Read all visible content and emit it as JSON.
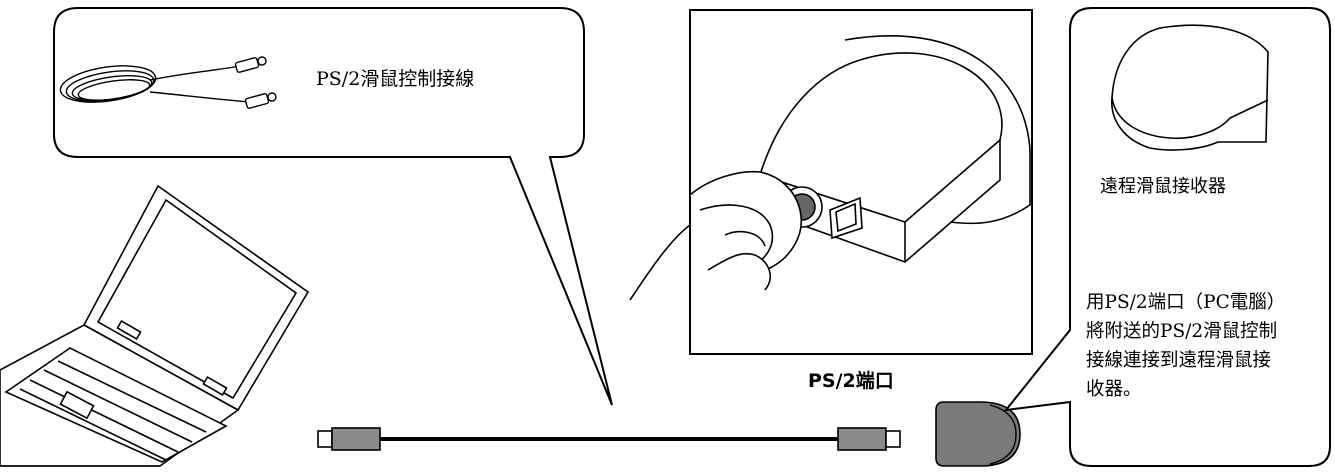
{
  "cable_callout": {
    "label": "PS/2滑鼠控制接線"
  },
  "port_inset": {
    "label": "PS/2端口"
  },
  "receiver_callout": {
    "label": "遠程滑鼠接收器",
    "instruction_lines": [
      "用PS/2端口（PC電腦）",
      "將附送的PS/2滑鼠控制",
      "接線連接到遠程滑鼠接",
      "收器。"
    ]
  },
  "icons": [
    "laptop-icon",
    "ps2-cable-icon",
    "ps2-connector-icon",
    "hand-icon",
    "remote-mouse-receiver-icon"
  ]
}
